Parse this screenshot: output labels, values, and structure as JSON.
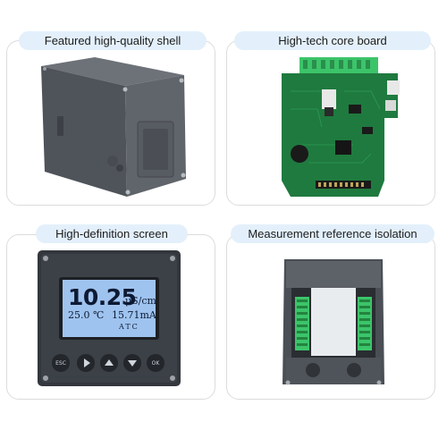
{
  "panels": {
    "shell": {
      "caption": "Featured high-quality shell"
    },
    "board": {
      "caption": "High-tech core board"
    },
    "screen": {
      "caption": "High-definition screen"
    },
    "isolation": {
      "caption": "Measurement reference isolation"
    }
  },
  "display": {
    "main_value": "10.25",
    "main_unit": "μS/cm",
    "temperature": "25.0 ℃",
    "current": "15.71mA",
    "compensation": "ATC"
  },
  "keypad": {
    "esc_label": "ESC",
    "ok_label": "OK"
  },
  "colors": {
    "pill_bg": "#e3f0fb",
    "housing": "#5b5f66",
    "pcb": "#1f7a3f",
    "terminal": "#3cc46a",
    "lcd": "#9fc3ef"
  }
}
